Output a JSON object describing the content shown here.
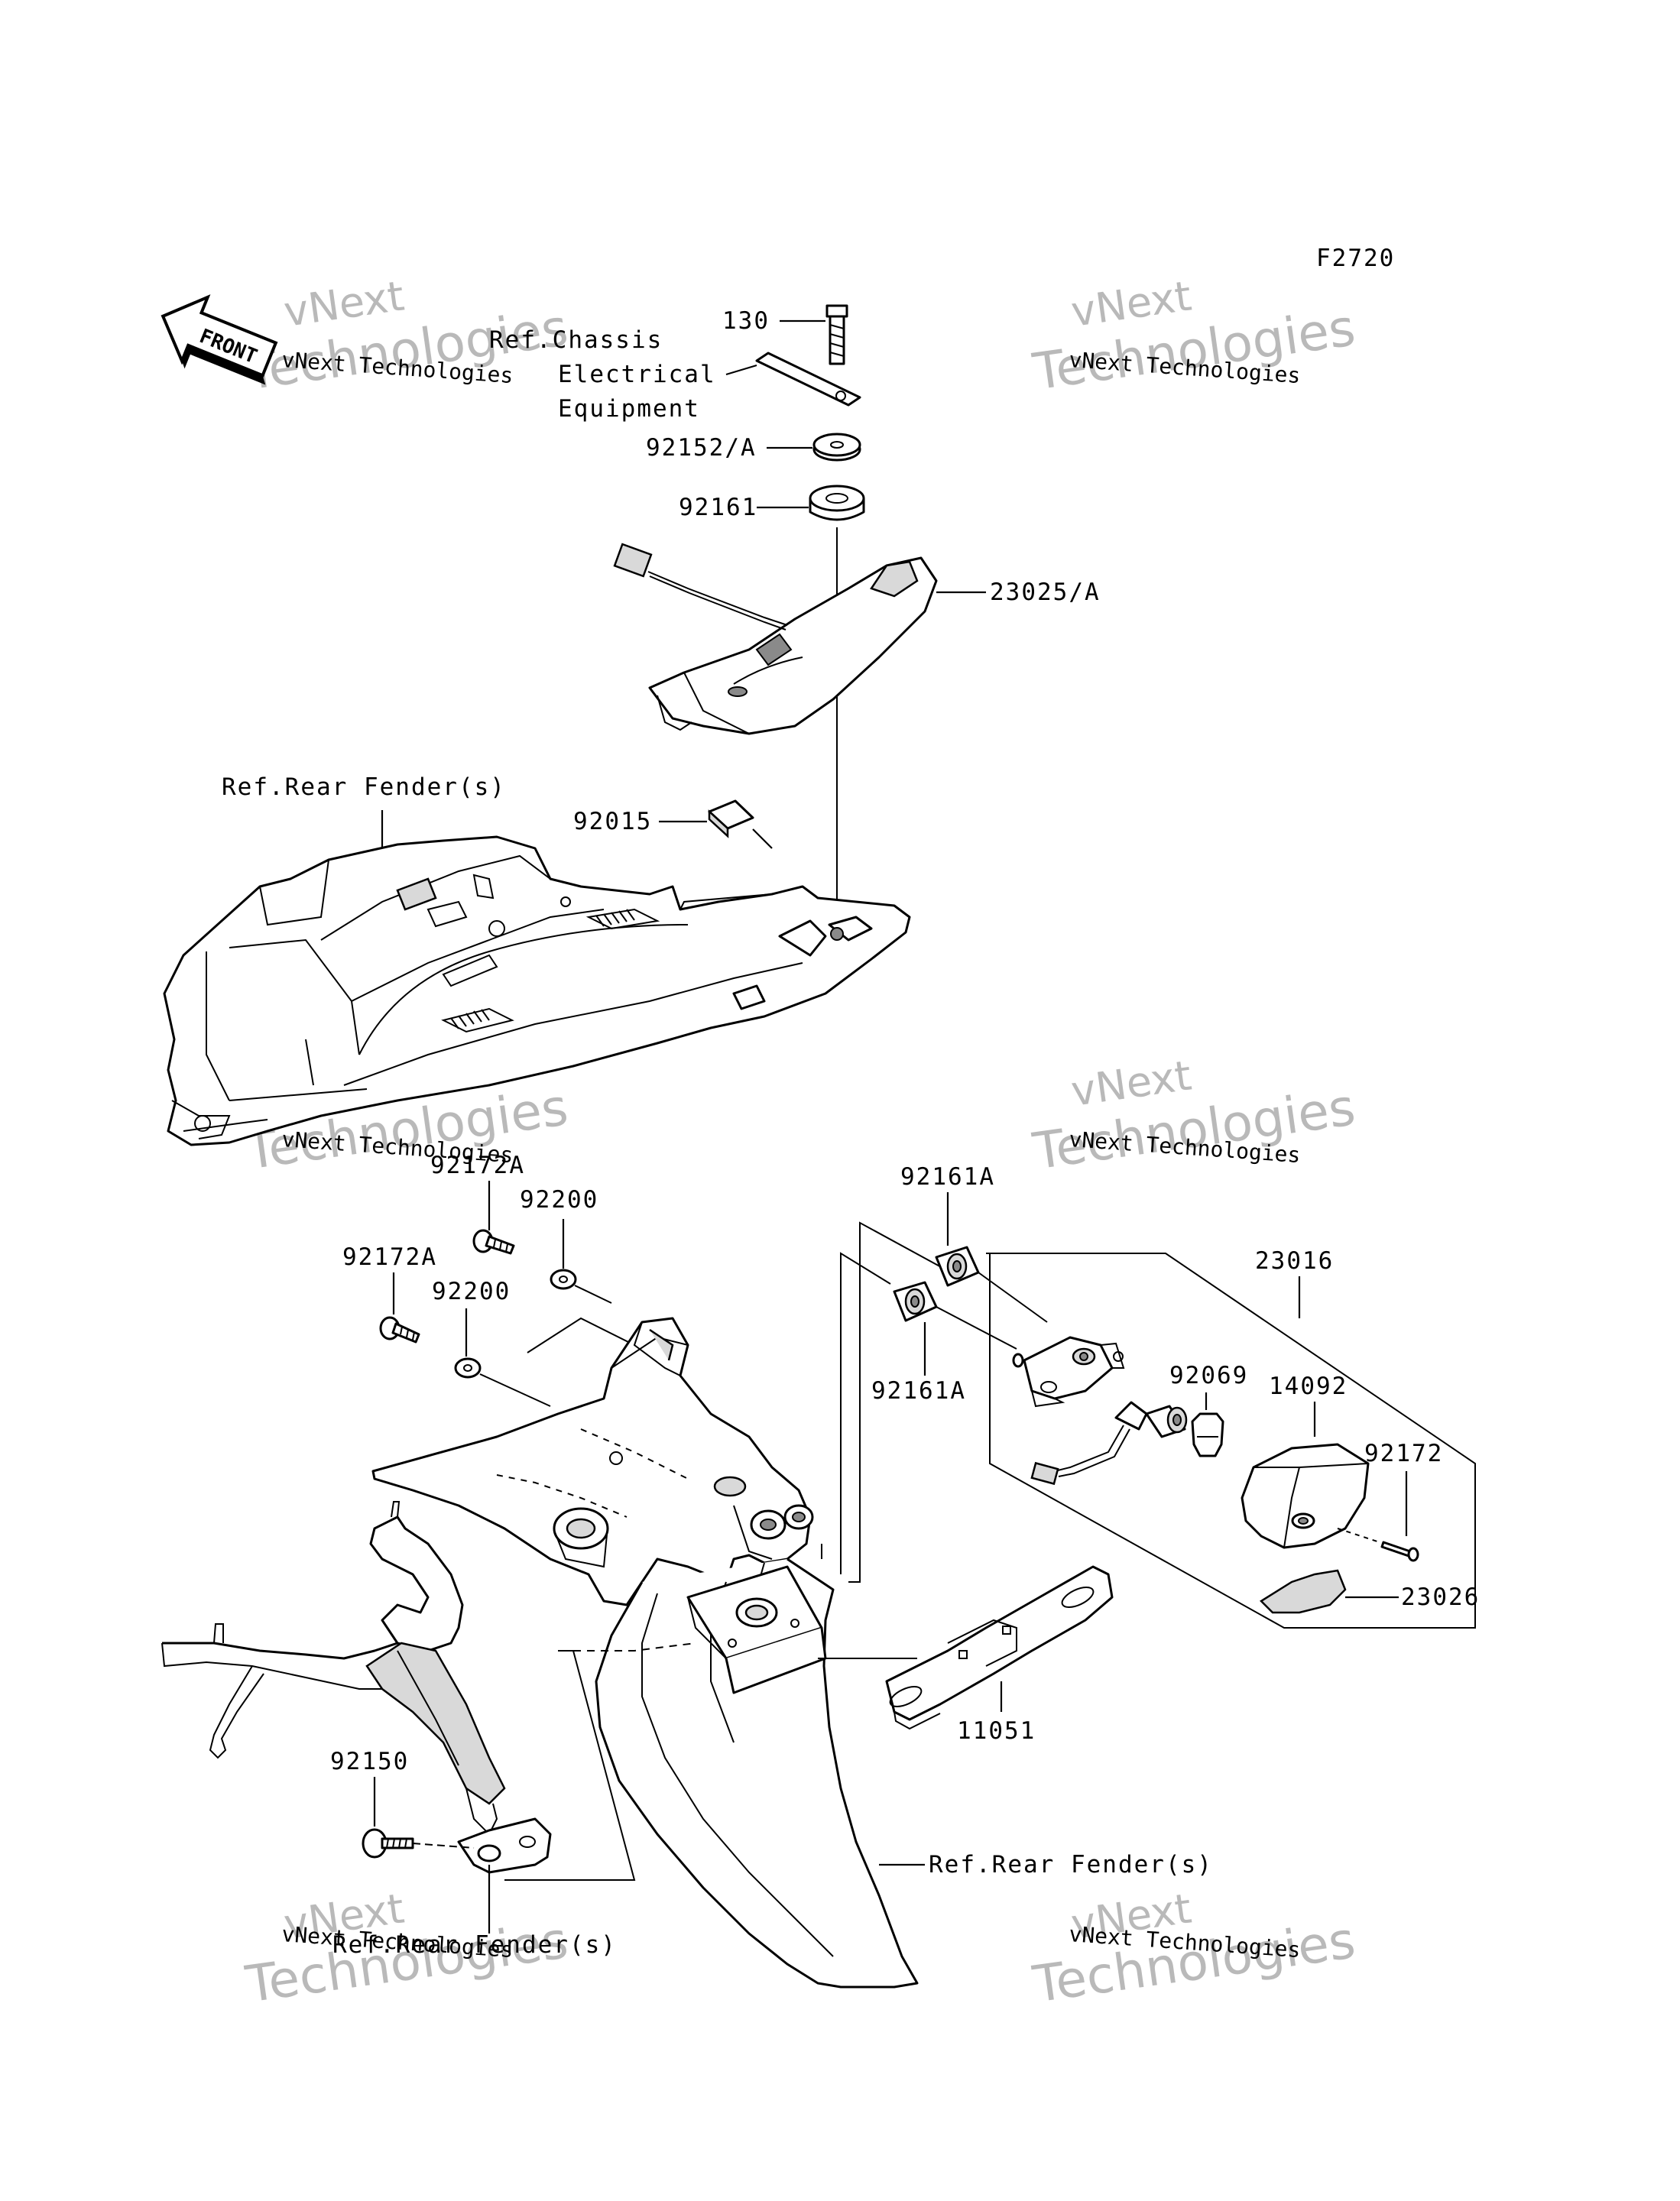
{
  "diagram": {
    "code": "F2720",
    "front_marker": "FRONT",
    "labels": {
      "p130": "130",
      "ref_chassis_1": "Ref.Chassis",
      "ref_chassis_2": "Electrical",
      "ref_chassis_3": "Equipment",
      "p92152": "92152/A",
      "p92161": "92161",
      "p23025": "23025/A",
      "ref_rear_fender_top": "Ref.Rear Fender(s)",
      "p92015": "92015",
      "p92172A_a": "92172A",
      "p92200_a": "92200",
      "p92172A_b": "92172A",
      "p92200_b": "92200",
      "p92161A_a": "92161A",
      "p92161A_b": "92161A",
      "p23016": "23016",
      "p92069": "92069",
      "p14092": "14092",
      "p92172": "92172",
      "p23026": "23026",
      "p11051": "11051",
      "p92150": "92150",
      "ref_rear_fender_right": "Ref.Rear Fender(s)",
      "ref_rear_fender_bottom": "Ref.Rear Fender(s)"
    },
    "watermark": {
      "line1": "vNext",
      "line2": "vNext Technologies",
      "line3": "Technologies"
    }
  }
}
